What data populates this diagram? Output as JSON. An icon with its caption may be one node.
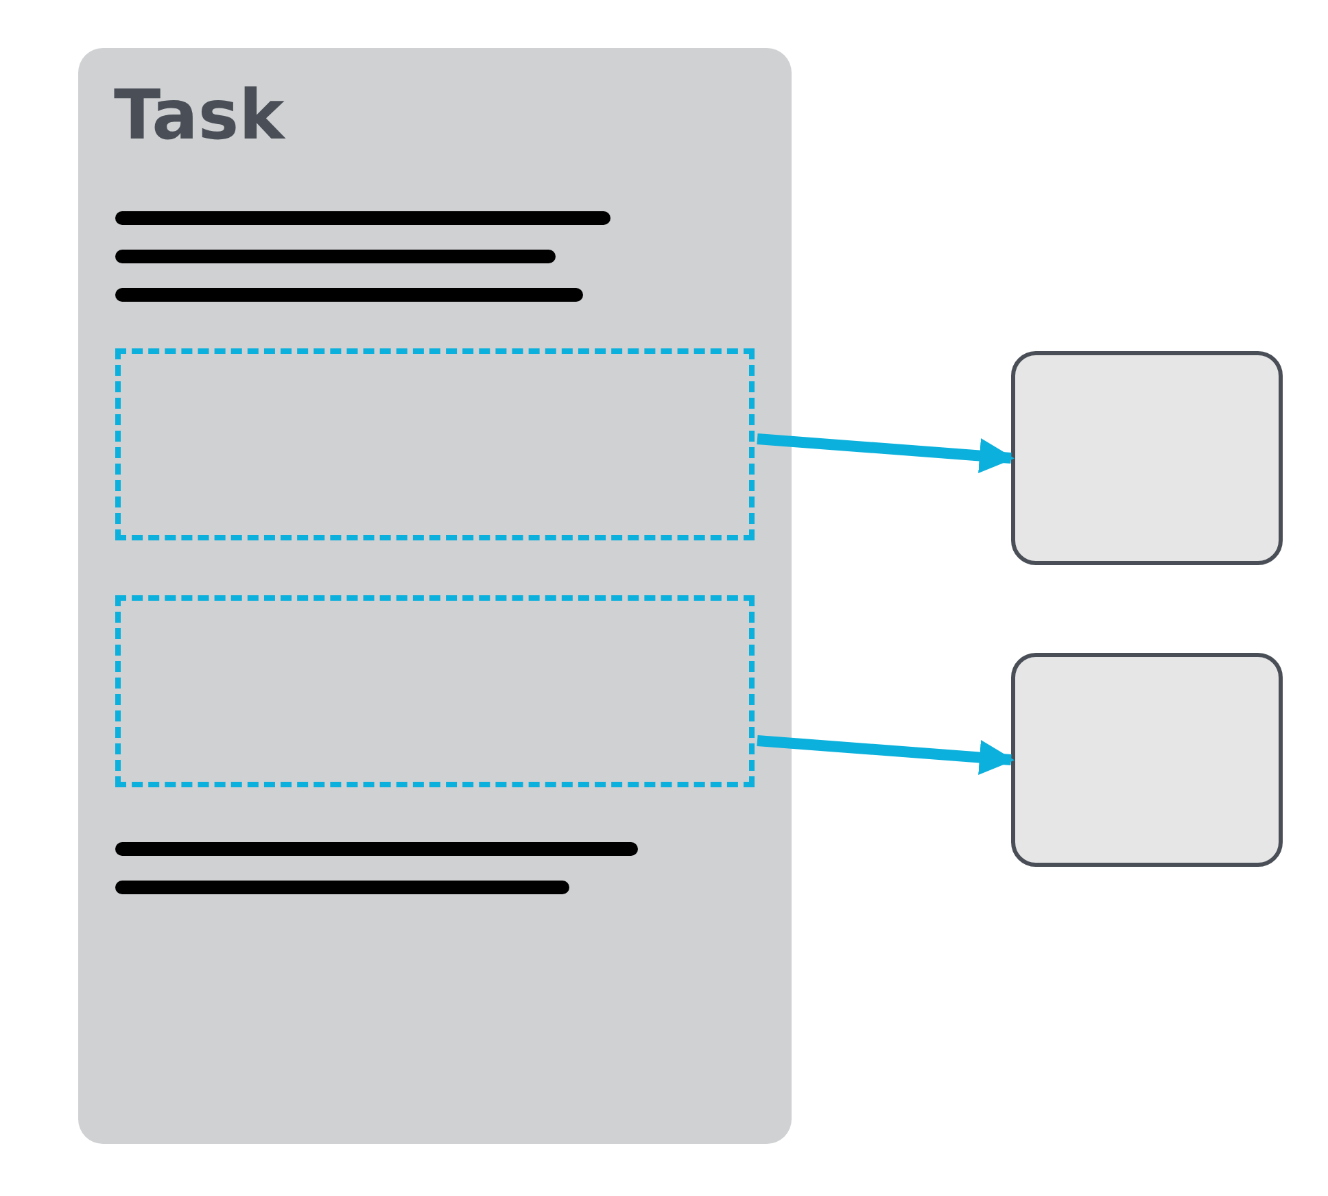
{
  "diagram": {
    "nodes": [
      {
        "text": [
          "Task"
        ]
      },
      {
        "text": [],
        "shape": "box",
        "in": 0
      },
      {
        "text": [],
        "shape": "box",
        "in": 0
      },
      {
        "text": [],
        "shape": "box"
      },
      {
        "text": [],
        "shape": "box"
      }
    ],
    "edges": [
      {
        "from": 1,
        "to": 3,
        "arrow": "to"
      },
      {
        "from": 2,
        "to": 4,
        "arrow": "to"
      }
    ]
  }
}
